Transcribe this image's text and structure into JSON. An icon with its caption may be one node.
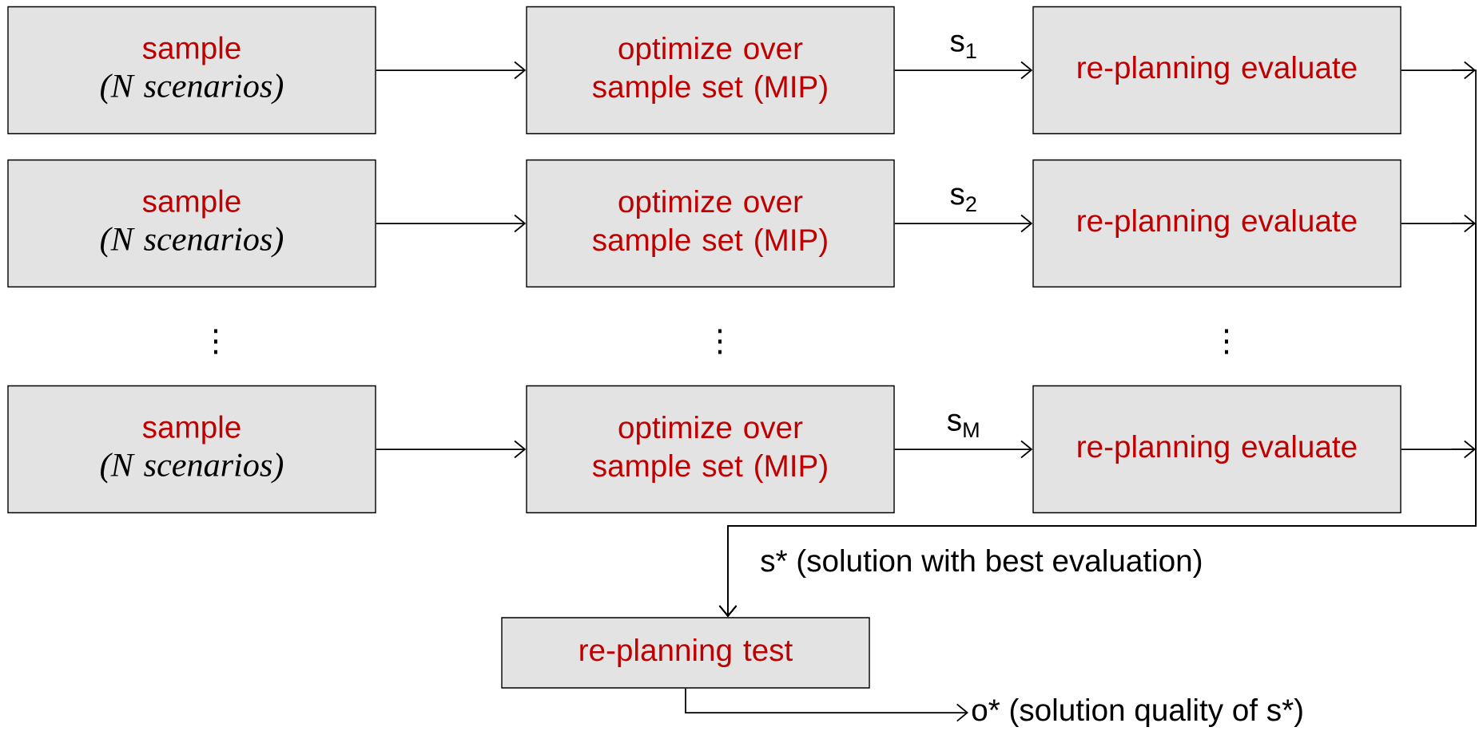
{
  "diagram": {
    "nodes": [
      {
        "text": [
          "sample",
          "(N scenarios)"
        ]
      },
      {
        "text": [
          "optimize over sample set (MIP)"
        ]
      },
      {
        "text": [
          "re-planning evaluate"
        ]
      },
      {
        "text": [
          "sample",
          "(N scenarios)"
        ]
      },
      {
        "text": [
          "optimize over sample set (MIP)"
        ]
      },
      {
        "text": [
          "re-planning evaluate"
        ]
      },
      {
        "text": [
          "sample",
          "(N scenarios)"
        ]
      },
      {
        "text": [
          "optimize over sample set (MIP)"
        ]
      },
      {
        "text": [
          "re-planning evaluate"
        ]
      },
      {
        "text": [
          "re-planning test"
        ]
      },
      {
        "text": [
          "o* (solution quality of s*)"
        ]
      }
    ],
    "edges": [
      {
        "from": 0,
        "to": 1,
        "arrow": "to"
      },
      {
        "from": 1,
        "to": 2,
        "arrow": "to",
        "label": "s$_{1}$"
      },
      {
        "from": 3,
        "to": 4,
        "arrow": "to"
      },
      {
        "from": 4,
        "to": 5,
        "arrow": "to",
        "label": "s$_{2}$"
      },
      {
        "from": 6,
        "to": 7,
        "arrow": "to"
      },
      {
        "from": 7,
        "to": 8,
        "arrow": "to",
        "label": "s$_{M}$"
      },
      {
        "from": 2,
        "to": 9,
        "arrow": "to"
      },
      {
        "from": 5,
        "to": 9,
        "arrow": "to"
      },
      {
        "from": 8,
        "to": 9,
        "arrow": "to",
        "label": "s* (solution with best evaluation)"
      },
      {
        "from": 9,
        "to": 10,
        "arrow": "to"
      }
    ],
    "labels": [
      "⋮",
      "⋮",
      "⋮"
    ]
  }
}
